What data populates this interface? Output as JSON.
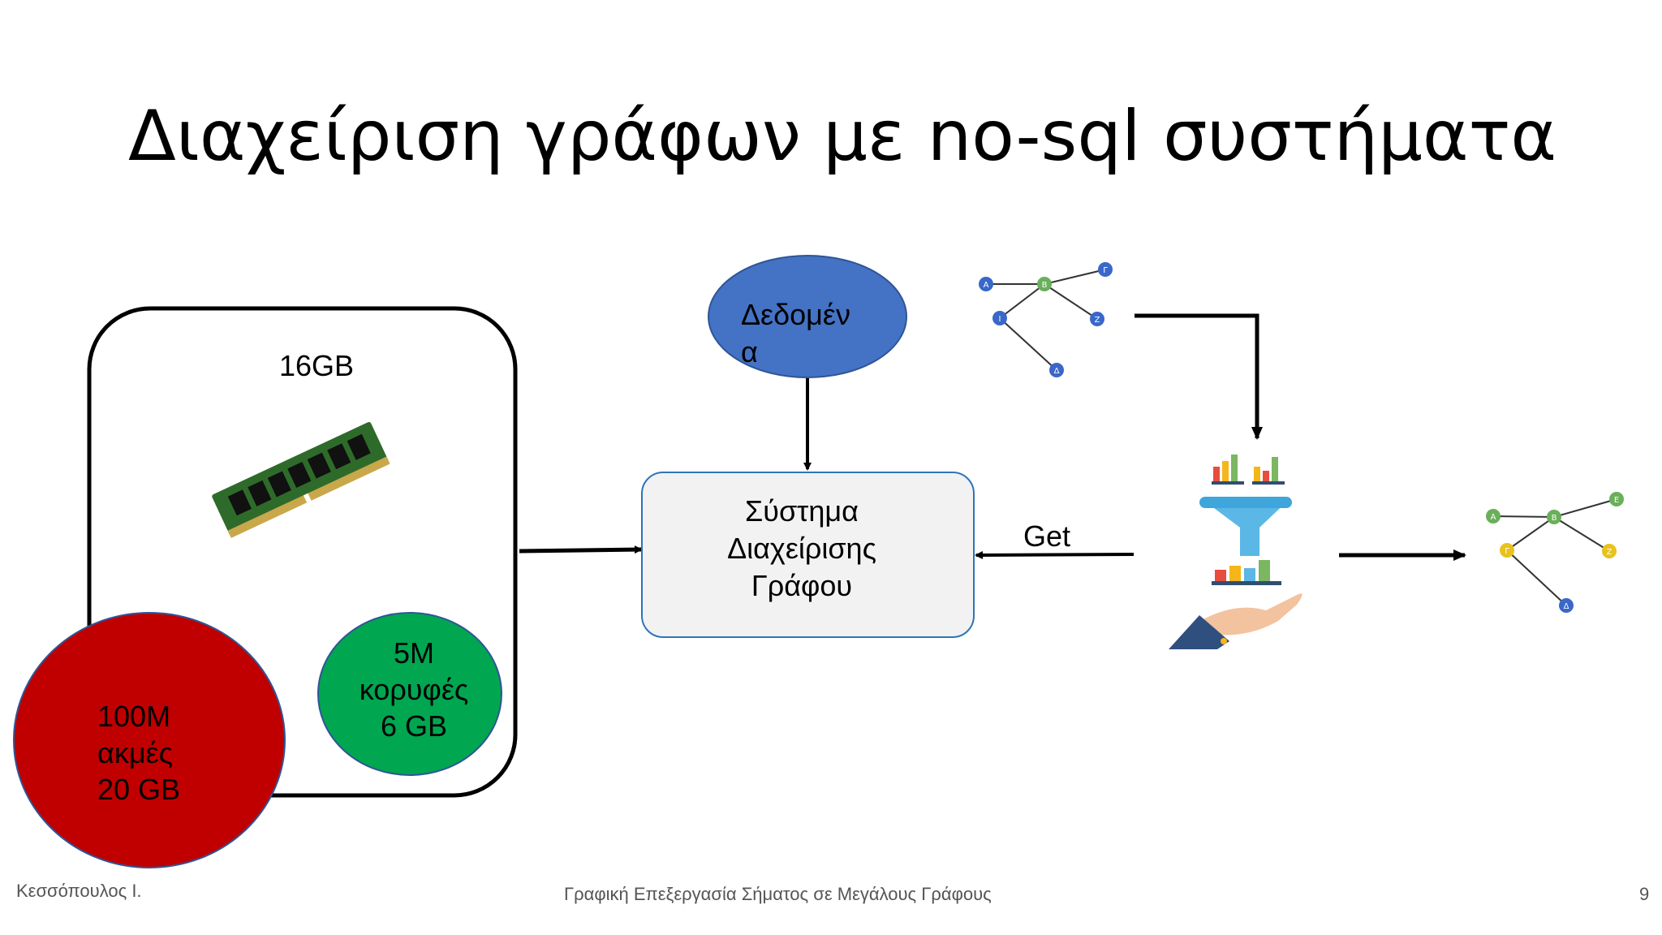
{
  "slide": {
    "title": "Διαχείριση γράφων με no-sql συστήματα",
    "footer_left": "Κεσσόπουλος Ι.",
    "footer_center": "Γραφική Επεξεργασία Σήματος σε Μεγάλους Γράφους",
    "page_number": "9"
  },
  "diagram": {
    "memory_label": "16GB",
    "data_label_line1": "Δεδομέν",
    "data_label_line2": "α",
    "system_line1": "Σύστημα",
    "system_line2": "Διαχείρισης",
    "system_line3": "Γράφου",
    "get_label": "Get",
    "vertices_line1": "5M",
    "vertices_line2": "κορυφές",
    "vertices_line3": "6 GB",
    "edges_line1": "100M",
    "edges_line2": "ακμές",
    "edges_line3": "20 GB",
    "graph_in_nodes": [
      "Α",
      "Β",
      "Γ",
      "Ι",
      "Ζ",
      "Δ"
    ],
    "graph_out_nodes": [
      "Α",
      "Β",
      "Ε",
      "Γ",
      "Ζ",
      "Δ"
    ],
    "colors": {
      "data_ellipse": "#4472C4",
      "vertices_circle": "#00A650",
      "edges_circle": "#C00000",
      "system_box_fill": "#F2F2F2",
      "system_box_stroke": "#2E75B6",
      "node_blue": "#3A67C9",
      "node_green": "#6AAF5A",
      "node_yellow": "#E8C21E"
    }
  }
}
